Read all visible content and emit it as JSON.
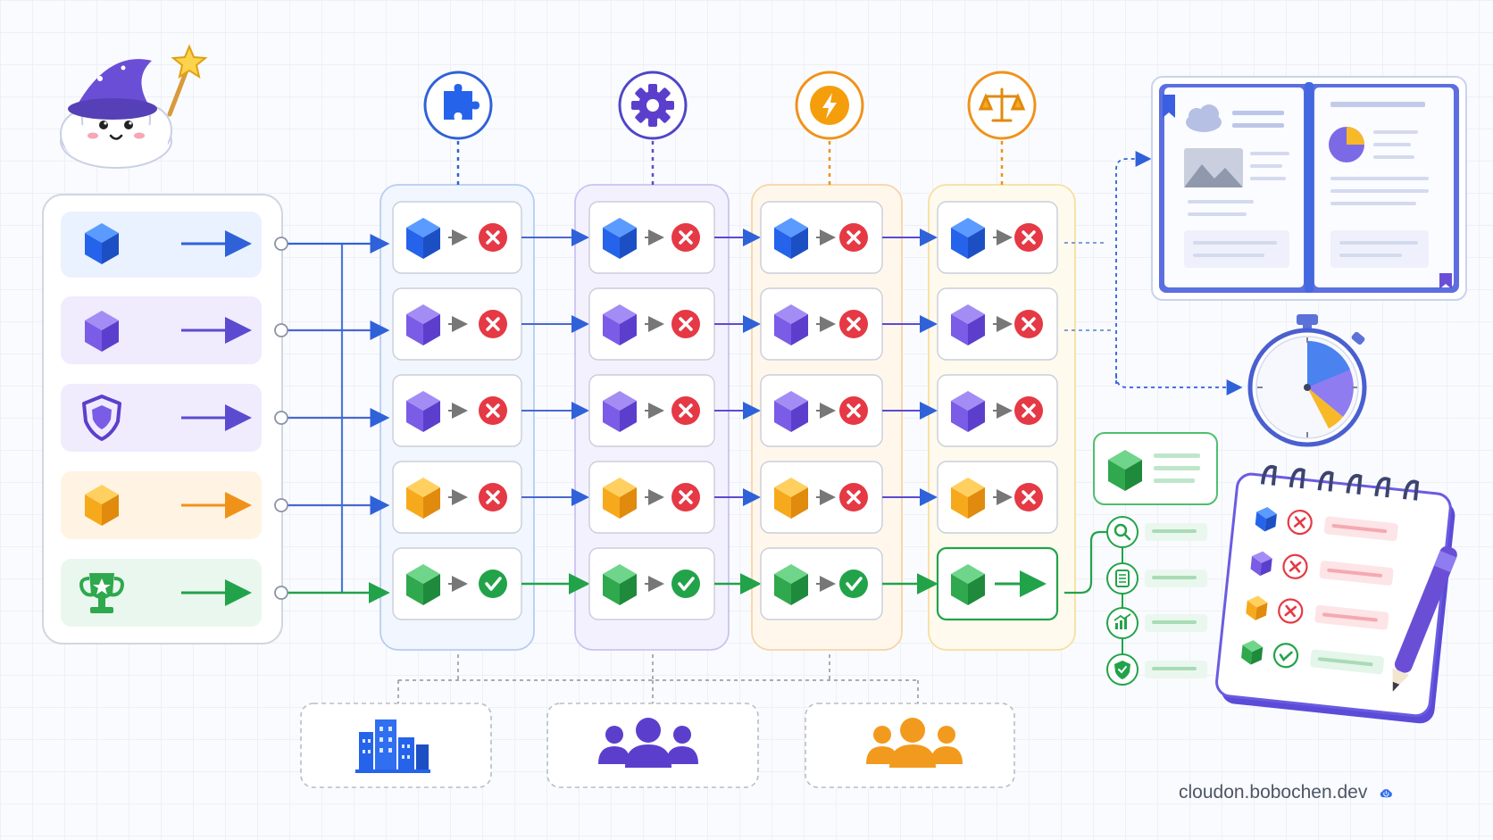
{
  "footer": {
    "site": "cloudon.bobochen.dev"
  },
  "icons": {
    "mascot": "wizard-cloud-mascot",
    "stages": [
      "puzzle-icon",
      "gear-icon",
      "lightning-icon",
      "scale-icon"
    ],
    "sources": [
      "blue-cube-icon",
      "purple-cube-icon",
      "shield-icon",
      "orange-cube-icon",
      "trophy-icon"
    ],
    "outputs": [
      "report-book-icon",
      "stopwatch-icon",
      "checklist-notepad-icon"
    ],
    "checks": [
      "search-icon",
      "document-icon",
      "chart-icon",
      "shield-check-icon"
    ],
    "groups": [
      "building-icon",
      "team-purple-icon",
      "team-orange-icon"
    ],
    "brand": "power-cloud-icon"
  },
  "colors": {
    "blue": "#2563eb",
    "purple": "#6d4fd8",
    "indigo": "#4f46c9",
    "orange": "#f0921a",
    "green": "#22a34a",
    "red": "#e53945",
    "gray_border": "#c9ced9"
  },
  "rows": [
    {
      "color": "blue",
      "status": [
        "fail",
        "fail",
        "fail",
        "fail"
      ]
    },
    {
      "color": "purple",
      "status": [
        "fail",
        "fail",
        "fail",
        "fail"
      ]
    },
    {
      "color": "purple",
      "status": [
        "fail",
        "fail",
        "fail",
        "fail"
      ]
    },
    {
      "color": "orange",
      "status": [
        "fail",
        "fail",
        "fail",
        "fail"
      ]
    },
    {
      "color": "green",
      "status": [
        "pass",
        "pass",
        "pass",
        "arrow"
      ]
    }
  ],
  "checklist": [
    "fail",
    "fail",
    "fail",
    "pass"
  ]
}
